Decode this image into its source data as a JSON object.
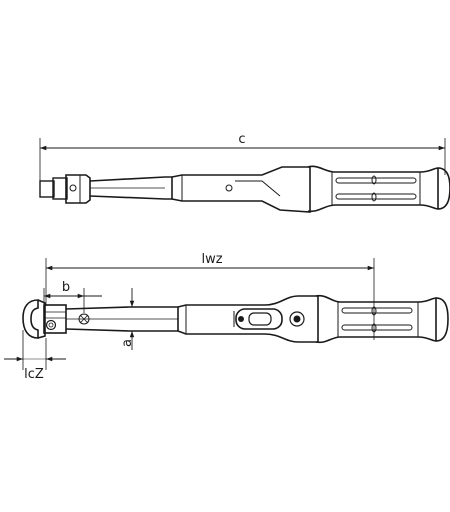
{
  "dimensions": {
    "overall_length": "c",
    "effective_length": "lwz",
    "head_width": "b",
    "head_height": "a",
    "insert_offset": "lcZ"
  }
}
